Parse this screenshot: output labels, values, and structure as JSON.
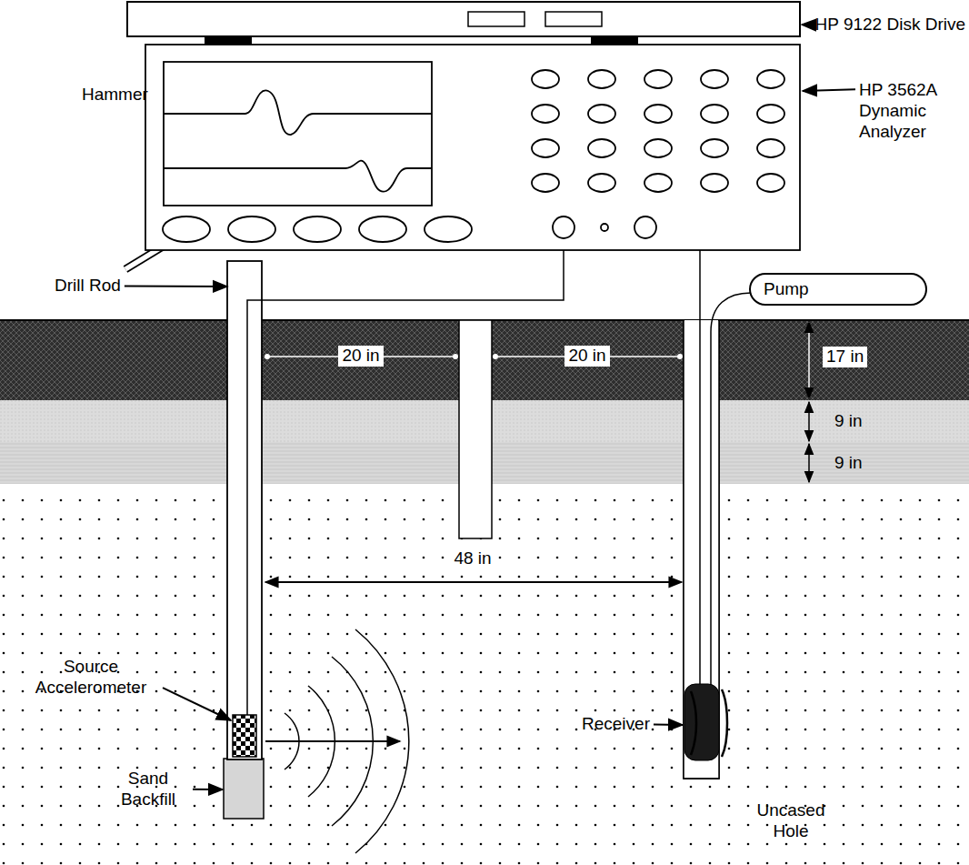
{
  "diagram": {
    "nodes": [
      {
        "text": [
          "Pump"
        ]
      }
    ],
    "labels": [
      "HP 9122 Disk Drive",
      "HP 3562A Dynamic Analyzer",
      "Hammer",
      "Drill Rod",
      "20 in",
      "20 in",
      "17 in",
      "9 in",
      "9 in",
      "48 in",
      "Source Accelerometer",
      "Receiver",
      "Sand Backfill",
      "Uncased Hole"
    ]
  }
}
